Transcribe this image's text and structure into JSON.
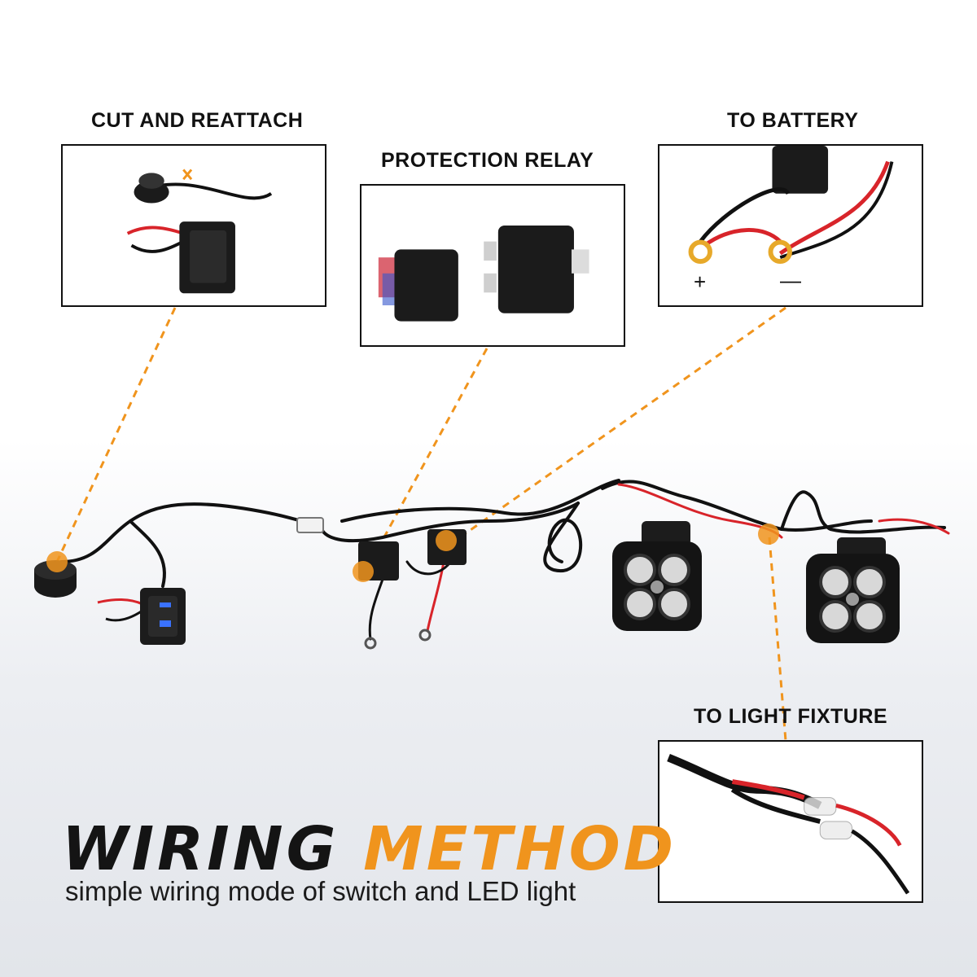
{
  "callouts": {
    "cut": "CUT AND REATTACH",
    "relay": "PROTECTION RELAY",
    "battery": "TO BATTERY",
    "fixture": "TO LIGHT FIXTURE"
  },
  "battery_signs": {
    "plus": "+",
    "minus": "—"
  },
  "headline": {
    "word1": "WIRING",
    "word2": "METHOD"
  },
  "subtitle": "simple wiring mode of switch and LED light",
  "colors": {
    "accent": "#f0941d",
    "wire_red": "#d8242a",
    "wire_black": "#111111",
    "terminal_gold": "#e7a92a"
  }
}
